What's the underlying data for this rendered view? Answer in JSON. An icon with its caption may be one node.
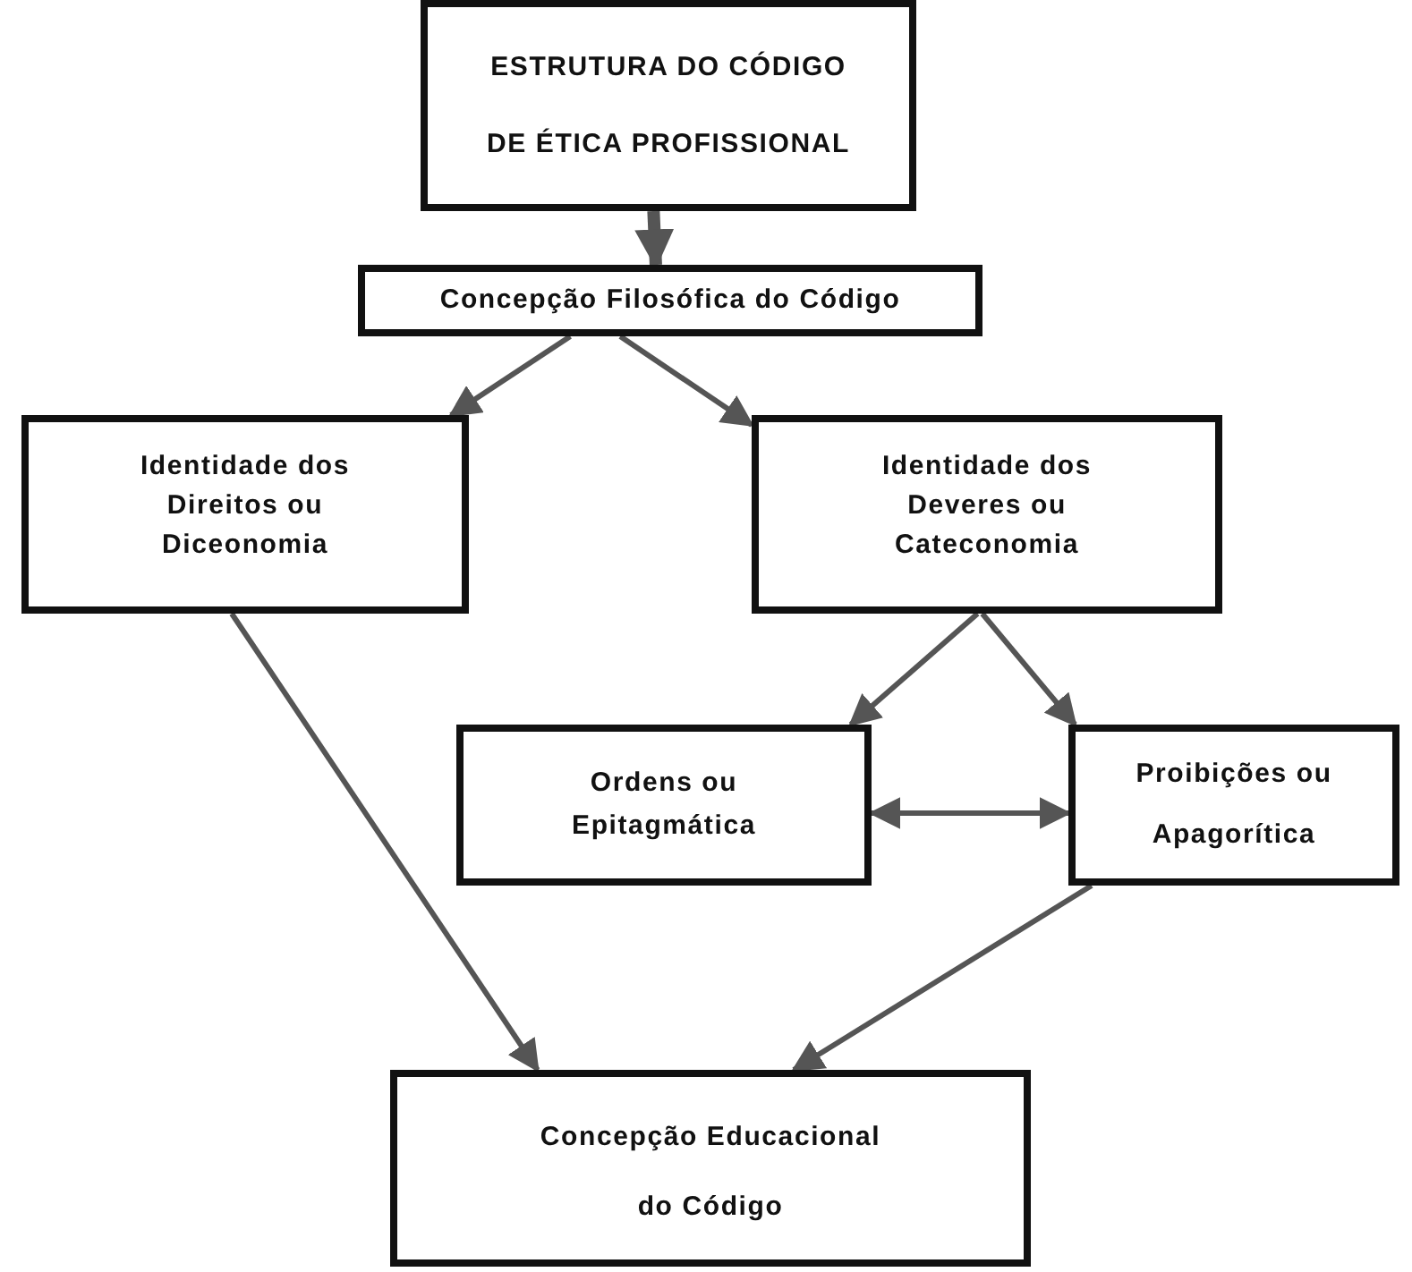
{
  "diagram": {
    "nodes": [
      {
        "text": [
          "ESTRUTURA DO CÓDIGO DE ÉTICA PROFISSIONAL"
        ]
      },
      {
        "text": [
          "Concepção Filosófica do Código"
        ]
      },
      {
        "text": [
          "Identidade dos Direitos ou Diceonomia"
        ]
      },
      {
        "text": [
          "Identidade dos Deveres ou Cateconomia"
        ]
      },
      {
        "text": [
          "Ordens ou Epitagmática"
        ]
      },
      {
        "text": [
          "Proibições ou Apagorítica"
        ]
      },
      {
        "text": [
          "Concepção Educacional do Código"
        ]
      }
    ],
    "edges": [
      {
        "from": 0,
        "to": 1,
        "arrow": "to",
        "style": "thick"
      },
      {
        "from": 1,
        "to": 2,
        "arrow": "to"
      },
      {
        "from": 1,
        "to": 3,
        "arrow": "to"
      },
      {
        "from": 3,
        "to": 4,
        "arrow": "to"
      },
      {
        "from": 3,
        "to": 5,
        "arrow": "to"
      },
      {
        "from": 4,
        "to": 5,
        "arrow": "both"
      },
      {
        "from": 2,
        "to": 6,
        "arrow": "to"
      },
      {
        "from": 5,
        "to": 6,
        "arrow": "to"
      }
    ]
  }
}
